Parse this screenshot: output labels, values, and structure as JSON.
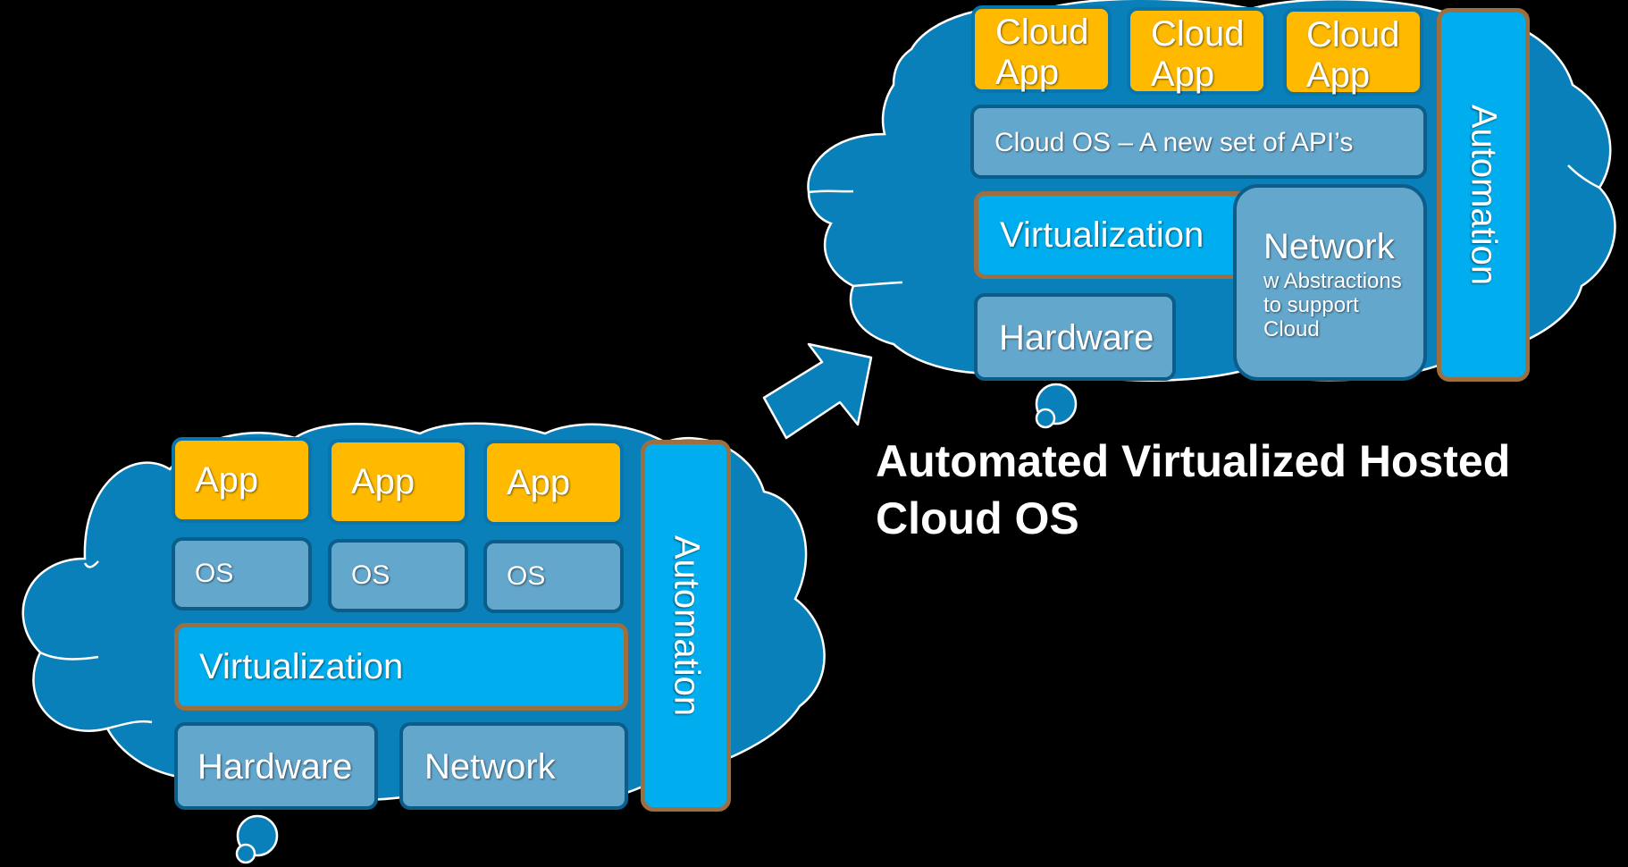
{
  "left_stack": {
    "apps": [
      "App",
      "App",
      "App"
    ],
    "oses": [
      "OS",
      "OS",
      "OS"
    ],
    "virtualization": "Virtualization",
    "hardware": "Hardware",
    "network": "Network",
    "automation": "Automation"
  },
  "right_stack": {
    "apps": [
      {
        "line1": "Cloud",
        "line2": "App"
      },
      {
        "line1": "Cloud",
        "line2": "App"
      },
      {
        "line1": "Cloud",
        "line2": "App"
      }
    ],
    "cloud_os": "Cloud OS – A new set of API’s",
    "virtualization": "Virtualization",
    "hardware": "Hardware",
    "network": "Network",
    "network_sub": [
      "w Abstractions",
      "to support",
      "Cloud"
    ],
    "automation": "Automation"
  },
  "title": {
    "line1": "Automated Virtualized Hosted",
    "line2": "Cloud OS"
  },
  "colors": {
    "cloud": "#0A80BA",
    "app": "#FFBA00",
    "os": "#64A7CD",
    "virtualization": "#00AEEF",
    "automation_border": "#9B6F40",
    "arrow": "#0A80BA"
  }
}
